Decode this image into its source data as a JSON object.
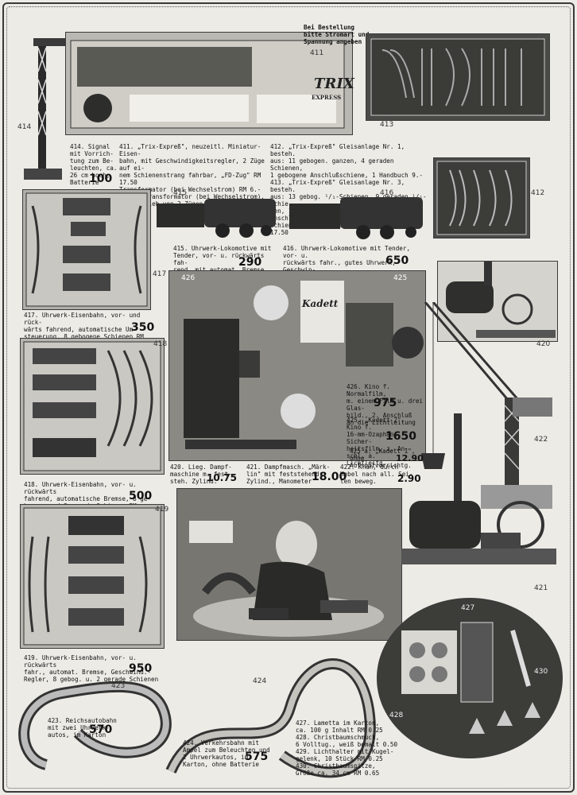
{
  "header_note": "Bei Bestellung\nbitte Stromart und\nSpannung angeben",
  "labels": {
    "n411": "411",
    "n412": "412",
    "n413": "413",
    "n414": "414",
    "n415": "415",
    "n416": "416",
    "n417": "417",
    "n418": "418",
    "n419": "419",
    "n420": "420",
    "n421": "421",
    "n422": "422",
    "n423": "423",
    "n424": "424",
    "n425": "425",
    "n426": "426",
    "n427": "427",
    "n428": "428",
    "n430": "430"
  },
  "box_text": {
    "trix": "TRIX",
    "express": "EXPRESS",
    "kadett": "Kadett"
  },
  "items": {
    "i414": {
      "text": "414. Signal\nmit Vorrich-\ntung zum Be-\nleuchten, ca.\n26 cm hoch,\nBatterie",
      "price": "100"
    },
    "i411": {
      "text": "411. „Trix-Expreß\", neuzeitl. Miniatur-Eisen-\nbahn, mit Geschwindigkeitsregler, 2 Züge auf ei-\nnem Schienenstrang fahrbar, „FD-Zug\" RM 17.50\nTransformator (bei Wechselstrom) RM 6.-\nDoppel-Transformator (bei Wechselstrom),\nzum Betrieb von 2 Zügen, bei 110, od. 220 Volt 12.-"
    },
    "i412": {
      "text": "412. „Trix-Expreß\" Gleisanlage Nr. 1, besteh.\naus: 11 gebogen. ganzen, 4 geraden Schienen,\n1 gebogene Anschlußschiene, 1 Handbuch 9.-\n413. „Trix-Expreß\" Gleisanlage Nr. 3, besteh.\naus: 13 gebog. ¹/₁-Schienen, 9 geraden ¹/₁-Schie-\nnen, 1 geraden ½-Schiene, 1 gebog. Anschluß-\nschiene, 1 Paar Handweichen, 1 Handbuch 17.50"
    },
    "i415": {
      "text": "415. Uhrwerk-Lokomotive mit\nTender, vor- u. rückwärts fah-\nrend, mit automat. Bremse",
      "price": "290"
    },
    "i416": {
      "text": "416. Uhrwerk-Lokomotive mit Tender, vor- u.\nrückwärts fahr., gutes Uhrwerk, Geschwin-\ndigkeitsregler und automat. Umsteuerung",
      "price": "650"
    },
    "i417": {
      "text": "417. Uhrwerk-Eisenbahn, vor- und rück-\nwärts fahrend, automatische Um-\nsteuerung, 8 gebogene Schienen RM",
      "price": "350"
    },
    "i418": {
      "text": "418. Uhrwerk-Eisenbahn, vor- u. rückwärts\nfahrend, automatische Bremse, 8 ge-\nbogene und 2 gerade Schienen RM",
      "price": "500"
    },
    "i419": {
      "text": "419. Uhrwerk-Eisenbahn, vor- u. rückwärts\nfahr., automat. Bremse, Geschwind.-\nRegler, 8 gebog. u. 2 gerade Schienen",
      "price": "950"
    },
    "i426": {
      "text": "426. Kino f. Normalfilm,\nm. einem Film u. drei Glas-\nbild., 2. Anschluß\nan die Lichtleitung",
      "price": "975"
    },
    "i425": {
      "text": "425. „Kadett 2\", Kino f.\n16-mm-Ozaphan-Sicher-\nheitsfilm, z. An-\nschl. a. Lichtleitg.",
      "price": "1650"
    },
    "i425a": {
      "text": "425 a. „Kadett 1\", ohne\nAufspulvorrichtg.",
      "price": "12.90"
    },
    "i420": {
      "text": "420. Lieg. Dampf-\nmaschine m. fest-\nsteh. Zylind.",
      "price": "10.75"
    },
    "i421": {
      "text": "421. Dampfmasch. „Märk-\nlin\" mit feststehend.\nZylind., Manometer",
      "price": "18.00"
    },
    "i422": {
      "text": "422. Kran, durch\nHebel nach all. Sei-\nten beweg.",
      "price": "2.90"
    },
    "i423": {
      "text": "423. Reichsautobahn\nmit zwei Uhrwerk-\nautos, im Karton",
      "price": "570"
    },
    "i424": {
      "text": "424. Verkehrsbahn mit\nAmpel zum Beleuchten und\n2 Uhrwerkautos, im\nKarton, ohne Batterie",
      "price": "575"
    },
    "i427": {
      "text": "427. Lametta im Karton,\nca. 100 g Inhalt RM 0.25\n428. Christbaumschmuck,\n6 Volltug., weiß bemalt 0.50\n429. Lichthalter mit Kugel-\ngelenk, 10 Stück RM 0.25\n430. Christbaumspitze,\nGröße ca. 34 cm RM 0.65"
    }
  }
}
